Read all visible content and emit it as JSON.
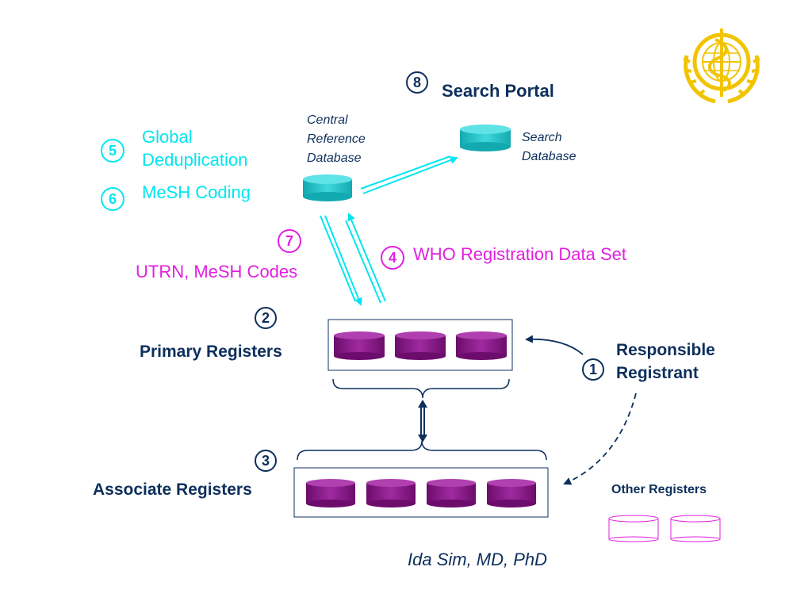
{
  "steps": {
    "s1": {
      "num": "1",
      "label_line1": "Responsible",
      "label_line2": "Registrant"
    },
    "s2": {
      "num": "2",
      "label": "Primary Registers"
    },
    "s3": {
      "num": "3",
      "label": "Associate Registers"
    },
    "s4": {
      "num": "4",
      "label": "WHO Registration Data Set"
    },
    "s5": {
      "num": "5",
      "label_line1": "Global",
      "label_line2": "Deduplication"
    },
    "s6": {
      "num": "6",
      "label": "MeSH Coding"
    },
    "s7": {
      "num": "7",
      "label": "UTRN, MeSH Codes"
    },
    "s8": {
      "num": "8",
      "label": "Search Portal"
    }
  },
  "databases": {
    "central": {
      "line1": "Central",
      "line2": "Reference",
      "line3": "Database"
    },
    "search": {
      "line1": "Search",
      "line2": "Database"
    }
  },
  "other_registers": "Other Registers",
  "author": "Ida Sim, MD, PhD",
  "logo": {
    "name": "who-emblem-icon"
  },
  "colors": {
    "navy": "#0d2f5c",
    "cyan": "#00e6f0",
    "magenta": "#e020e0",
    "purple_db": "#8e1b8e",
    "teal_db": "#2ec4c8",
    "gold": "#f2c400"
  }
}
